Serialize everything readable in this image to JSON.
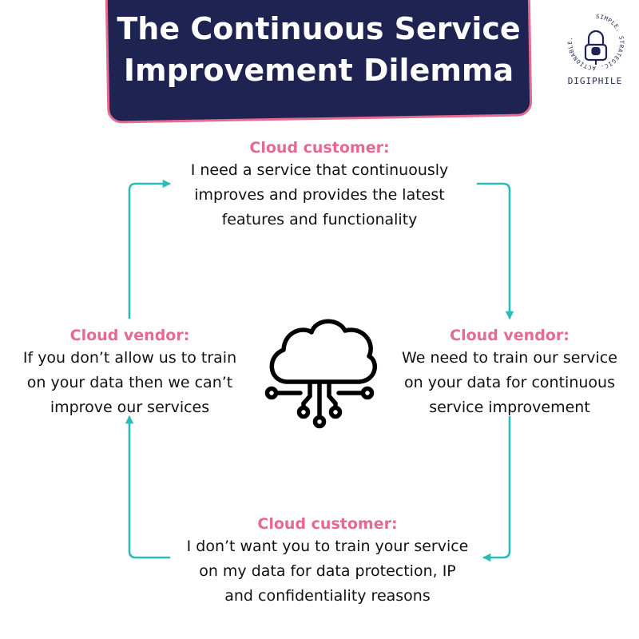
{
  "title": {
    "line1": "The Continuous Service",
    "line2": "Improvement Dilemma"
  },
  "logo": {
    "ring_text": "SIMPLE. STRATEGIC. ACTIONABLE.",
    "wordmark": "DIGIPHILE",
    "icon": "lock-icon"
  },
  "center_icon": "cloud-network-icon",
  "colors": {
    "navy": "#1e2352",
    "pink": "#e56a8f",
    "teal": "#2bbcb8"
  },
  "nodes": {
    "top": {
      "label": "Cloud customer:",
      "lines": [
        "I need a service that continuously",
        "improves and provides the latest",
        "features and functionality"
      ]
    },
    "right": {
      "label": "Cloud vendor:",
      "lines": [
        "We need to train our service",
        "on your data for continuous",
        "service improvement"
      ]
    },
    "bottom": {
      "label": "Cloud customer:",
      "lines": [
        "I don’t want you to train your service",
        "on my data for data protection, IP",
        "and confidentiality reasons"
      ]
    },
    "left": {
      "label": "Cloud vendor:",
      "lines": [
        "If you don’t allow us to train",
        "on your data then we can’t",
        "improve our services"
      ]
    }
  }
}
